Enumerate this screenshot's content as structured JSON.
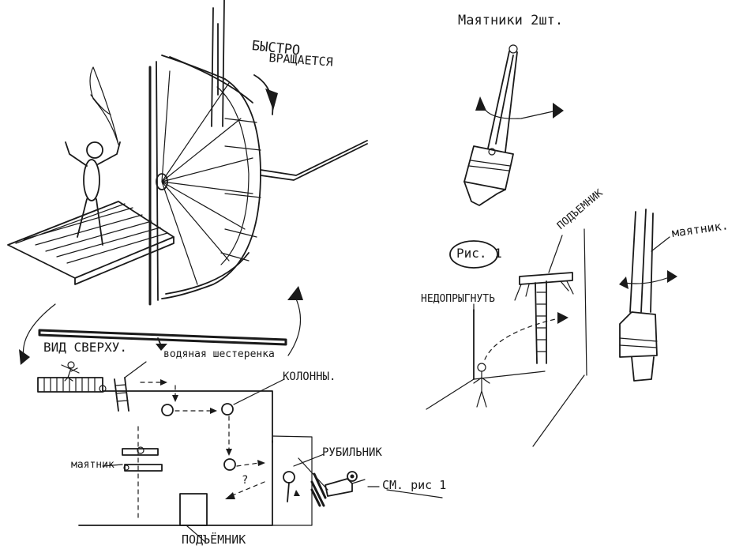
{
  "labels": {
    "bystro": "БЫСТРО",
    "vrashchaetsya": "ВРАЩАЕТСЯ",
    "mayatniki_2sht": "Маятники 2шт.",
    "podyomnik_top": "ПОДЪЕМНИК",
    "mayatnik_right": "маятник.",
    "ris1": "Рис. 1",
    "nedoprygnut": "НЕДОПРЫГНУТЬ",
    "vid_sverkhu": "ВИД СВЕРХУ.",
    "vodyanaya_shesterenka": "водяная шестеренка",
    "kolonny": "КОЛОННЫ.",
    "rubilnik": "РУБИЛЬНИК",
    "mayatnik_left": "маятник",
    "sm_ris1": "СМ. рис 1",
    "podyomnik_bottom": "ПОДЪЁМНИК",
    "question_mark": "?"
  }
}
